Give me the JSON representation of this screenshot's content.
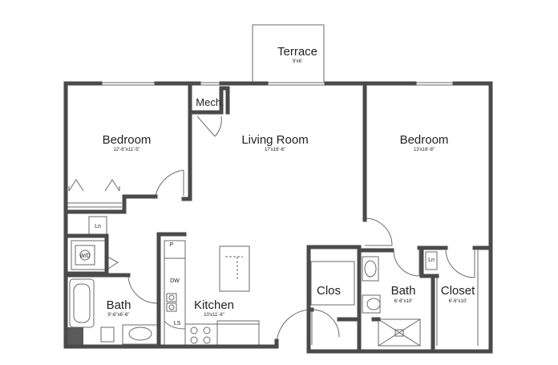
{
  "rooms": {
    "terrace": {
      "name": "Terrace",
      "dims": "9'x6'"
    },
    "bedroom_1": {
      "name": "Bedroom",
      "dims": "12'-6\"x11'-5\""
    },
    "living_room": {
      "name": "Living Room",
      "dims": "17'x16'-6\""
    },
    "bedroom_2": {
      "name": "Bedroom",
      "dims": "13'x16'-8\""
    },
    "mech": {
      "name": "Mech."
    },
    "bath_1": {
      "name": "Bath",
      "dims": "9'-6\"x6'-6\""
    },
    "kitchen": {
      "name": "Kitchen",
      "dims": "10'x11'-6\""
    },
    "clos": {
      "name": "Clos"
    },
    "bath_2": {
      "name": "Bath",
      "dims": "6'-6\"x10'"
    },
    "closet": {
      "name": "Closet",
      "dims": "6'-6\"x10'"
    }
  },
  "fixtures": {
    "linen_1": "Ln",
    "linen_2": "Ln",
    "washer_dryer": "W/D",
    "pantry": "P",
    "dishwasher": "DW",
    "lazy_susan": "LS"
  },
  "colors": {
    "wall": "#4a4a4a",
    "line": "#6a6a6a",
    "tub_floor": "#5a5a5a",
    "background": "#ffffff"
  }
}
